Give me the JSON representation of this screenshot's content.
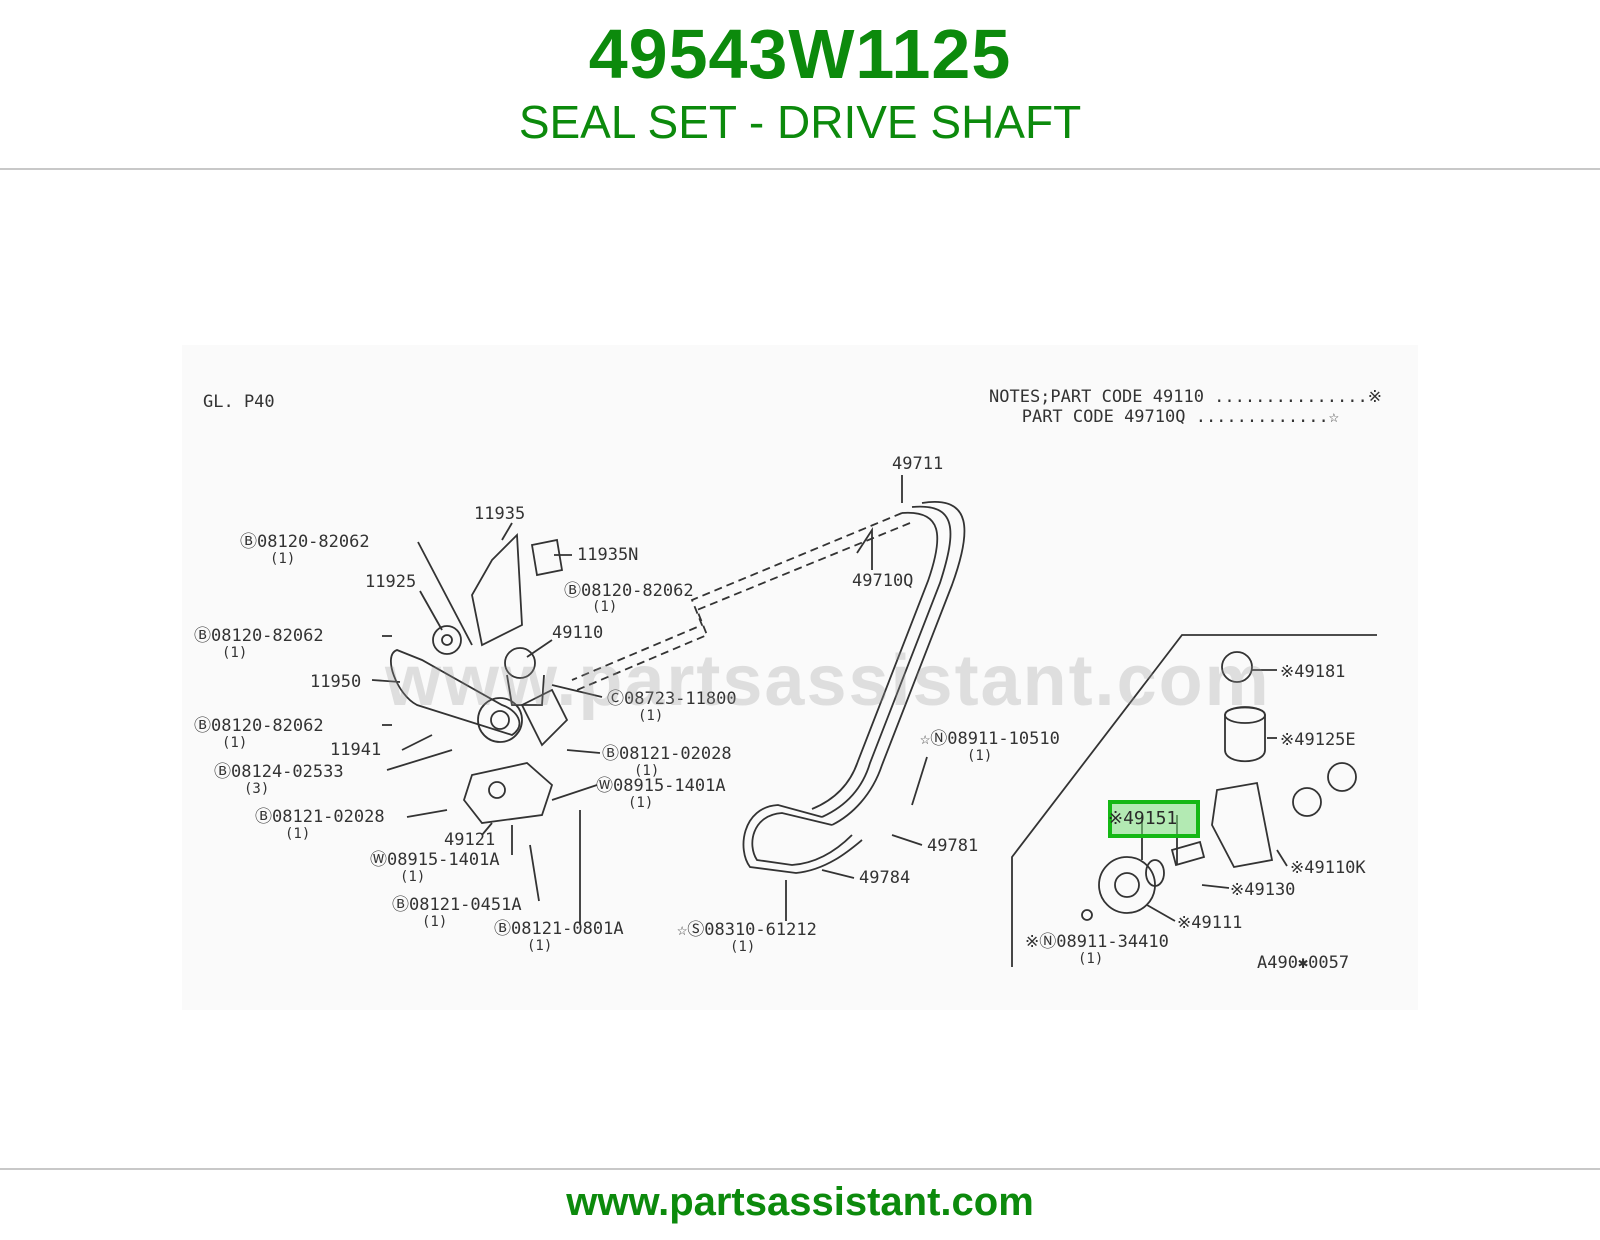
{
  "header": {
    "part_number": "49543W1125",
    "part_name": "SEAL SET - DRIVE SHAFT"
  },
  "diagram": {
    "page_ref": "GL. P40",
    "notes": [
      "NOTES;PART CODE 49110 ...............※",
      "PART CODE 49710Q .............☆"
    ],
    "figure_code": "A490✱0057",
    "highlighted_part": "※49151",
    "labels": [
      "49711",
      "11935",
      "Ⓑ08120-82062",
      "(1)",
      "11935N",
      "11925",
      "Ⓑ08120-82062",
      "(1)",
      "Ⓑ08120-82062",
      "(1)",
      "49110",
      "11950",
      "49710Q",
      "Ⓒ08723-11800",
      "(1)",
      "Ⓑ08120-82062",
      "(1)",
      "11941",
      "Ⓑ08121-02028",
      "(1)",
      "Ⓑ08124-02533",
      "(3)",
      "Ⓦ08915-1401A",
      "(1)",
      "Ⓑ08121-02028",
      "(1)",
      "49121",
      "Ⓦ08915-1401A",
      "(1)",
      "Ⓑ08121-0451A",
      "(1)",
      "Ⓑ08121-0801A",
      "(1)",
      "☆Ⓝ08911-10510",
      "(1)",
      "49781",
      "49784",
      "☆Ⓢ08310-61212",
      "(1)",
      "※49181",
      "※49125E",
      "※49110K",
      "※49130",
      "※49111",
      "※Ⓝ08911-34410",
      "(1)"
    ]
  },
  "watermark": "www.partsassistant.com",
  "footer": {
    "url": "www.partsassistant.com"
  },
  "colors": {
    "brand_green": "#0c8a0c",
    "highlight_border": "#14b814",
    "line": "#333333",
    "rule": "#c8c8c8"
  }
}
